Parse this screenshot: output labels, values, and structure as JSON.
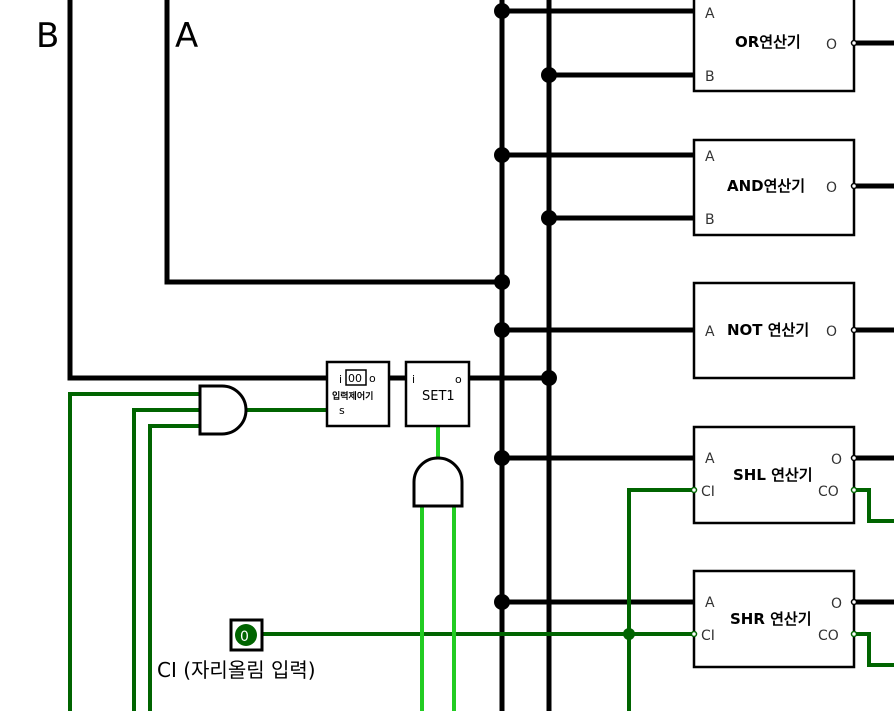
{
  "labels": {
    "bus_b": "B",
    "bus_a": "A",
    "ci_caption": "CI (자리올림 입력)",
    "ci_value": "0"
  },
  "controller": {
    "title": "입력제어기",
    "pin_i": "i",
    "pin_o": "o",
    "pin_s": "s",
    "value": "00"
  },
  "set1": {
    "title": "SET1",
    "pin_i": "i",
    "pin_o": "o"
  },
  "units": [
    {
      "name": "OR연산기",
      "pin1": "A",
      "pin2": "B",
      "out": "O",
      "carry": ""
    },
    {
      "name": "AND연산기",
      "pin1": "A",
      "pin2": "B",
      "out": "O",
      "carry": ""
    },
    {
      "name": "NOT 연산기",
      "pin1": "A",
      "pin2": "",
      "out": "O",
      "carry": ""
    },
    {
      "name": "SHL 연산기",
      "pin1": "A",
      "pin2": "CI",
      "out": "O",
      "carry": "CO"
    },
    {
      "name": "SHR 연산기",
      "pin1": "A",
      "pin2": "CI",
      "out": "O",
      "carry": "CO"
    }
  ],
  "colors": {
    "bus": "#000000",
    "wire_dark_green": "#006400",
    "wire_bright_green": "#22cc22",
    "pin_label": "#333333"
  }
}
